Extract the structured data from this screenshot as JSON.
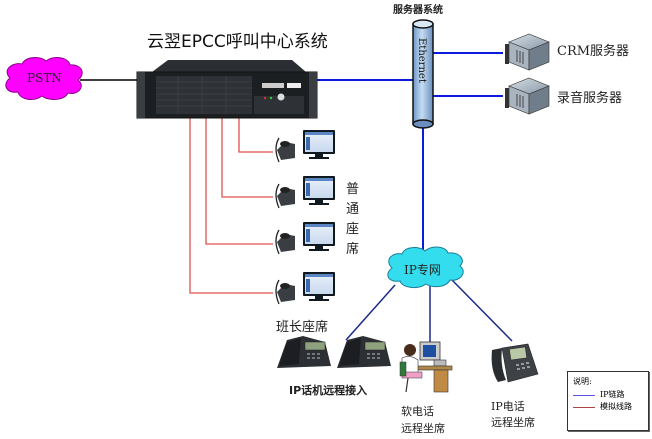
{
  "diagram": {
    "title": "云翌EPCC呼叫中心系统",
    "nodes": {
      "pstn": {
        "label": "PSTN",
        "color": "#ff00ff"
      },
      "call_center_server": {
        "label": "云翌EPCC呼叫中心系统"
      },
      "server_system": {
        "label": "服务器系统"
      },
      "ethernet": {
        "label": "Ethernet"
      },
      "crm_server": {
        "label": "CRM服务器"
      },
      "recording_server": {
        "label": "录音服务器"
      },
      "ordinary_seats": {
        "label": "普通座席",
        "count": 3
      },
      "lead_seat": {
        "label": "班长座席"
      },
      "ip_network": {
        "label": "IP专网",
        "color": "#33ddee"
      },
      "ip_phone_remote_access": {
        "label": "IP话机远程接入"
      },
      "softphone_remote_seat": {
        "label_line1": "软电话",
        "label_line2": "远程坐席"
      },
      "ip_phone_remote_seat": {
        "label_line1": "IP电话",
        "label_line2": "远程坐席"
      }
    },
    "links": [
      {
        "from": "PSTN",
        "to": "云翌EPCC呼叫中心系统",
        "type": "black"
      },
      {
        "from": "云翌EPCC呼叫中心系统",
        "to": "Ethernet",
        "type": "IP链路"
      },
      {
        "from": "Ethernet",
        "to": "CRM服务器",
        "type": "IP链路"
      },
      {
        "from": "Ethernet",
        "to": "录音服务器",
        "type": "IP链路"
      },
      {
        "from": "Ethernet",
        "to": "IP专网",
        "type": "IP链路"
      },
      {
        "from": "云翌EPCC呼叫中心系统",
        "to": "普通座席 1",
        "type": "模拟线路"
      },
      {
        "from": "云翌EPCC呼叫中心系统",
        "to": "普通座席 2",
        "type": "模拟线路"
      },
      {
        "from": "云翌EPCC呼叫中心系统",
        "to": "普通座席 3",
        "type": "模拟线路"
      },
      {
        "from": "云翌EPCC呼叫中心系统",
        "to": "班长座席",
        "type": "模拟线路"
      },
      {
        "from": "IP专网",
        "to": "IP话机远程接入",
        "type": "IP链路"
      },
      {
        "from": "IP专网",
        "to": "软电话远程坐席",
        "type": "IP链路"
      },
      {
        "from": "IP专网",
        "to": "IP电话远程坐席",
        "type": "IP链路"
      }
    ],
    "legend": {
      "title": "说明:",
      "items": [
        {
          "label": "IP链路",
          "color": "#5555ee"
        },
        {
          "label": "模拟线路",
          "color": "#aa4444"
        }
      ]
    },
    "colors": {
      "ip_link": "#0a1adf",
      "ip_link_remote": "#1a2a8a",
      "analog_line": "#e05050",
      "pstn_line": "#000000"
    }
  }
}
